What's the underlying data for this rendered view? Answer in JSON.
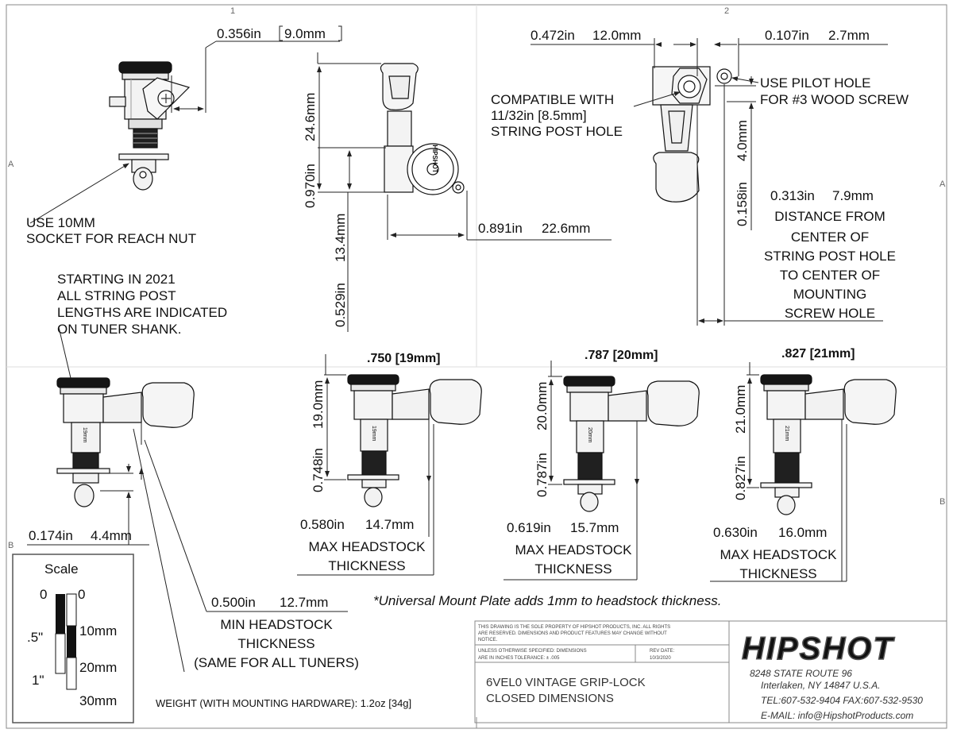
{
  "grid": {
    "top": [
      "1",
      "2"
    ],
    "side": [
      "A",
      "B"
    ]
  },
  "dims": {
    "d_0356": "0.356in",
    "d_0356_mm": "9.0mm",
    "d_0472": "0.472in",
    "d_0472_mm": "12.0mm",
    "d_0107": "0.107in",
    "d_0107_mm": "2.7mm",
    "d_0970": "0.970in",
    "d_0970_mm": "24.6mm",
    "d_0529": "0.529in",
    "d_0529_mm": "13.4mm",
    "d_0891": "0.891in",
    "d_0891_mm": "22.6mm",
    "d_0158": "0.158in",
    "d_0158_mm": "4.0mm",
    "d_0313": "0.313in",
    "d_0313_mm": "7.9mm",
    "d_0174": "0.174in",
    "d_0174_mm": "4.4mm",
    "d_0500": "0.500in",
    "d_0500_mm": "12.7mm",
    "d_0748": "0.748in",
    "d_0748_mm": "19.0mm",
    "d_0580": "0.580in",
    "d_0580_mm": "14.7mm",
    "d_0787": "0.787in",
    "d_0787_mm": "20.0mm",
    "d_0619": "0.619in",
    "d_0619_mm": "15.7mm",
    "d_0827": "0.827in",
    "d_0827_mm": "21.0mm",
    "d_0630": "0.630in",
    "d_0630_mm": "16.0mm"
  },
  "labels": {
    "socket": [
      "USE 10MM",
      "SOCKET FOR REACH NUT"
    ],
    "compatible": [
      "COMPATIBLE WITH",
      "11/32in [8.5mm]",
      "STRING POST HOLE"
    ],
    "pilot": [
      "USE PILOT HOLE",
      "FOR #3 WOOD SCREW"
    ],
    "distance": [
      "DISTANCE FROM",
      "CENTER OF",
      "STRING POST HOLE",
      "TO CENTER OF",
      "MOUNTING",
      "SCREW HOLE"
    ],
    "starting": [
      "STARTING IN 2021",
      "ALL STRING POST",
      "LENGTHS ARE INDICATED",
      "ON TUNER SHANK."
    ],
    "min_headstock": [
      "MIN HEADSTOCK",
      "THICKNESS",
      "(SAME FOR ALL TUNERS)"
    ],
    "max_headstock": [
      "MAX HEADSTOCK",
      "THICKNESS"
    ]
  },
  "posts": {
    "h19": ".750 [19mm]",
    "h20": ".787 [20mm]",
    "h21": ".827 [21mm]"
  },
  "shank_marks": {
    "m19": "19mm",
    "m20": "20mm",
    "m21": "21mm"
  },
  "logo_text": "HIPSHOT",
  "note": "*Universal Mount Plate adds 1mm to headstock thickness.",
  "scale": {
    "title": "Scale",
    "left": [
      "0",
      ".5\"",
      "1\""
    ],
    "right": [
      "0",
      "10mm",
      "20mm",
      "30mm"
    ]
  },
  "weight": "WEIGHT (WITH MOUNTING HARDWARE): 1.2oz [34g]",
  "title_block": {
    "notice": [
      "THIS DRAWING IS THE SOLE PROPERTY OF HIPSHOT PRODUCTS, INC. ALL RIGHTS",
      "ARE RESERVED. DIMENSIONS AND PRODUCT FEATURES MAY CHANGE WITHOUT",
      "NOTICE."
    ],
    "spec": [
      "UNLESS OTHERWISE SPECIFIED: DIMENSIONS",
      "ARE IN INCHES TOLERANCE: ± .005"
    ],
    "rev_label": "REV DATE:",
    "rev_date": "10/3/2020",
    "part": [
      "6VEL0 VINTAGE GRIP-LOCK",
      "CLOSED DIMENSIONS"
    ]
  },
  "company": {
    "name": "HIPSHOT",
    "lines": [
      "8248 STATE ROUTE 96",
      "Interlaken, NY 14847 U.S.A.",
      "TEL:607-532-9404 FAX:607-532-9530",
      "E-MAIL: info@HipshotProducts.com"
    ]
  }
}
